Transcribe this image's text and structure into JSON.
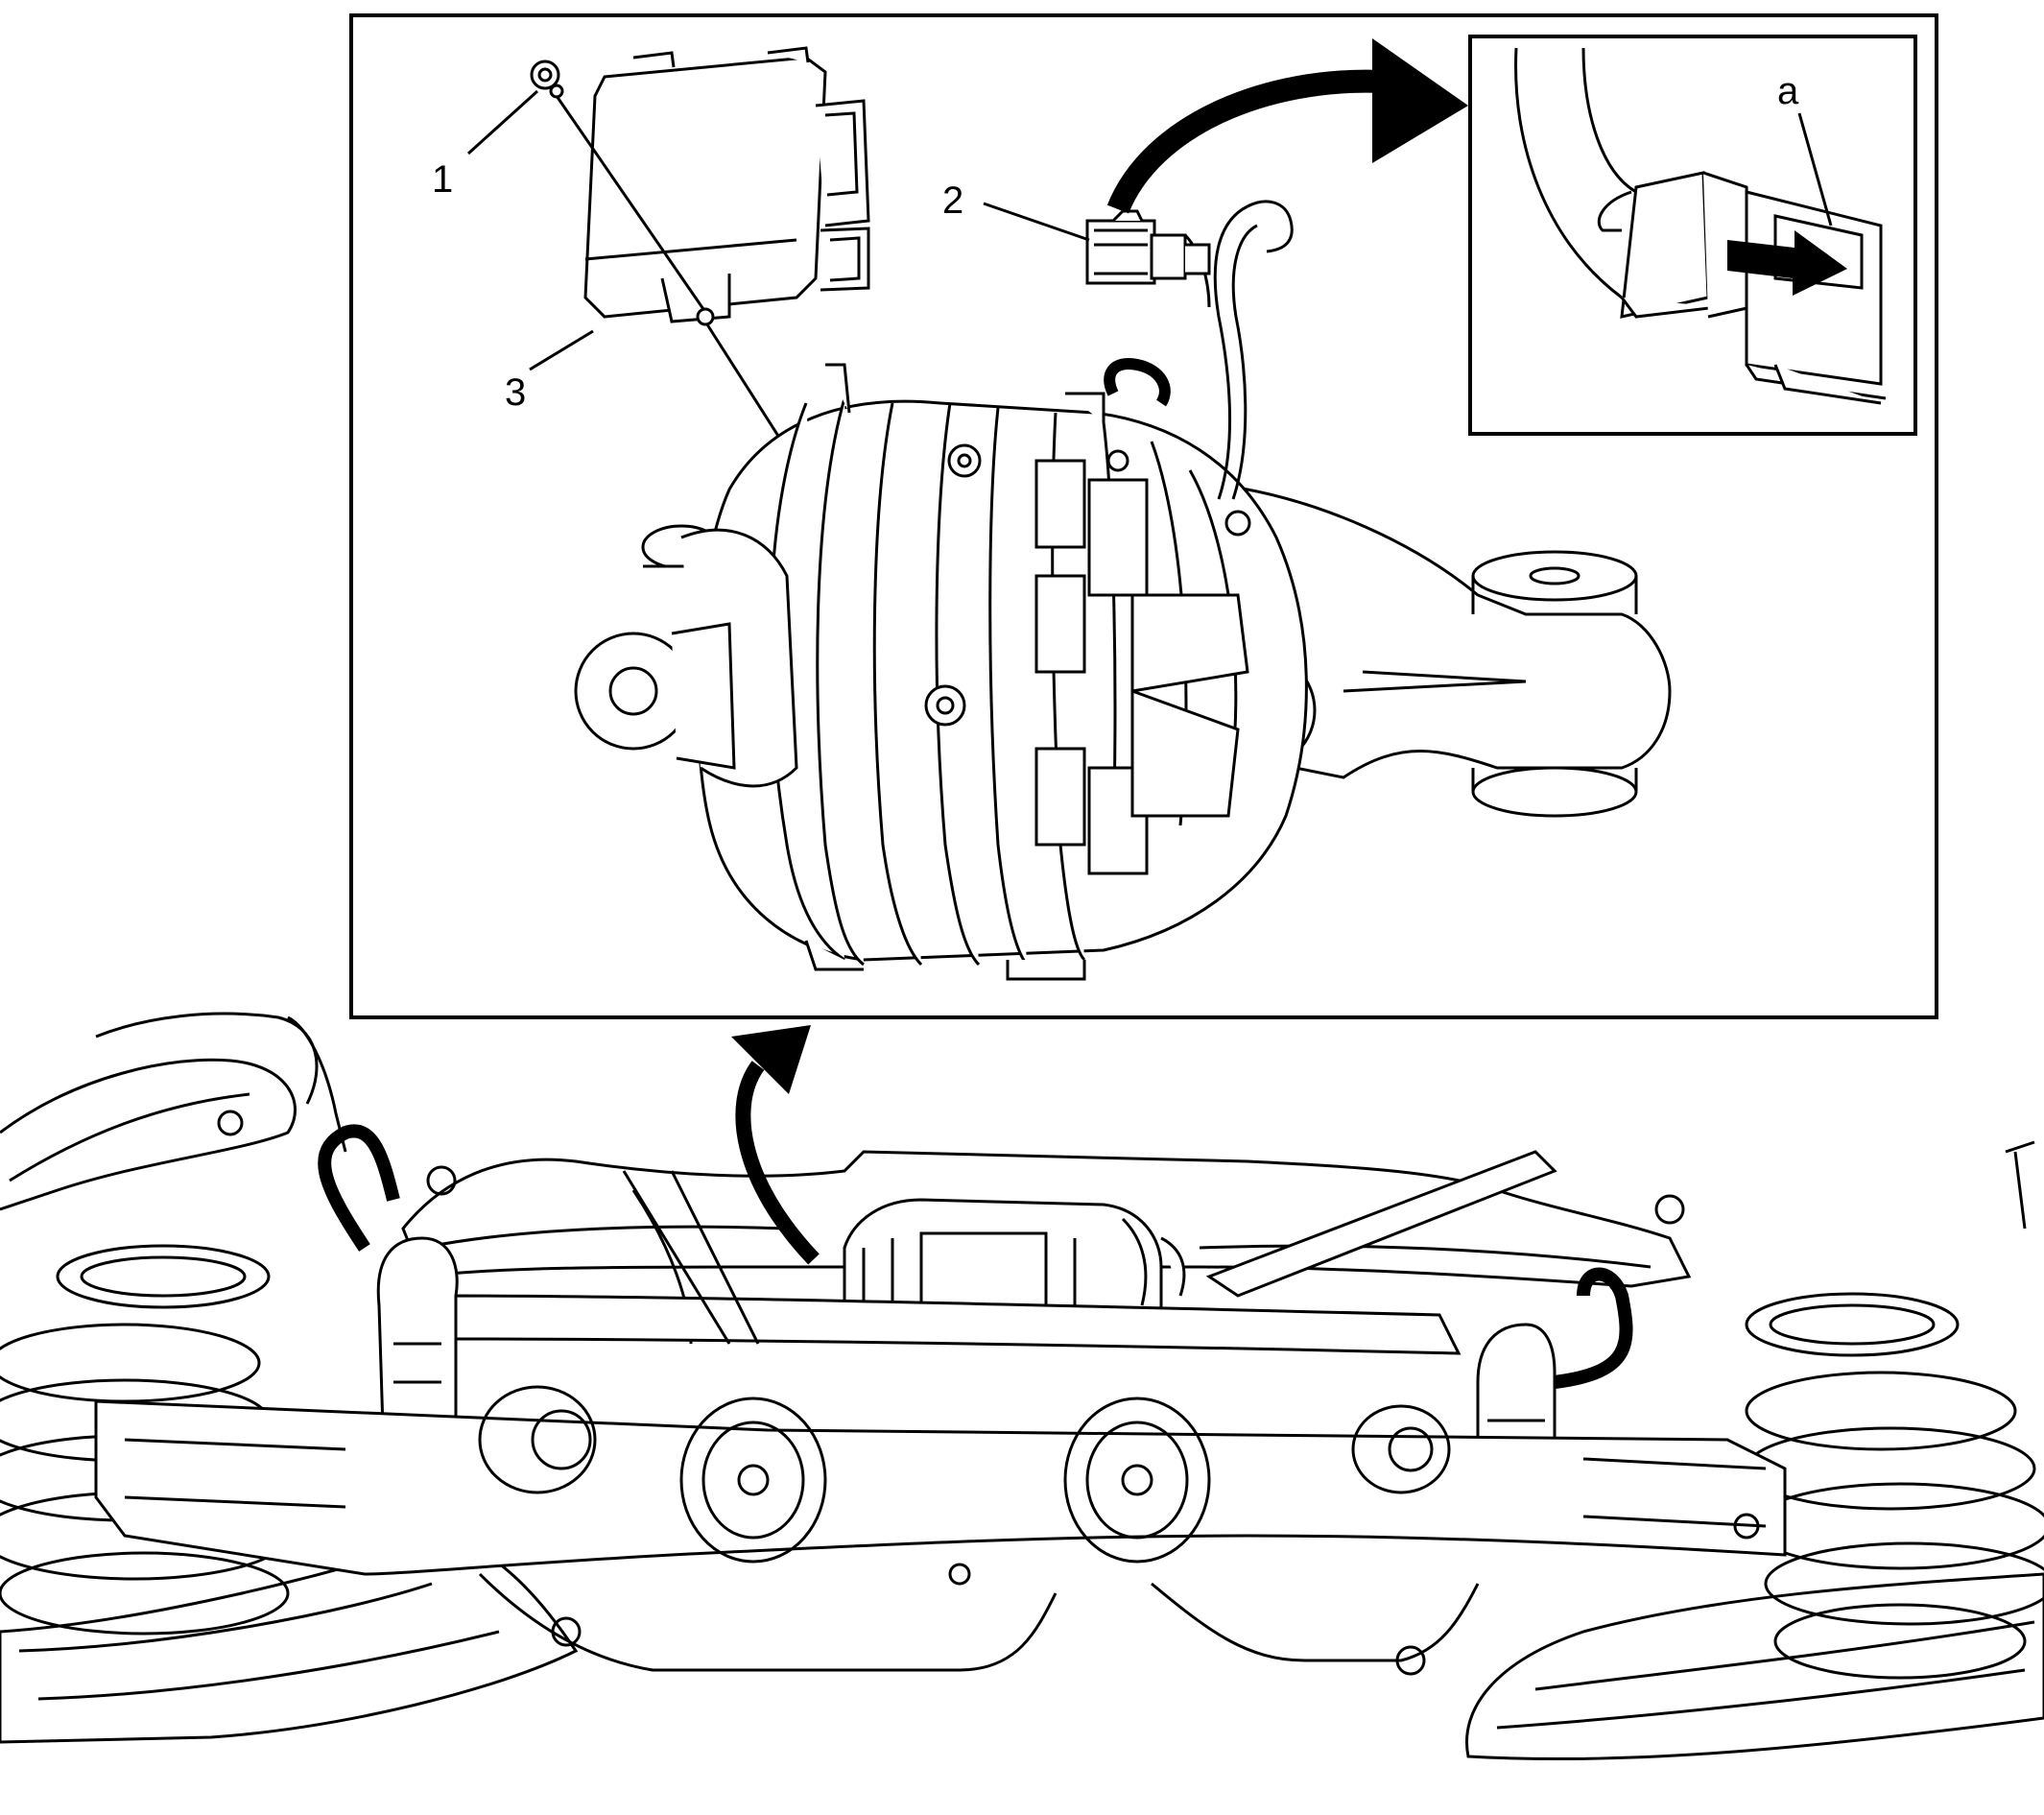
{
  "diagram": {
    "callouts": {
      "c1": "1",
      "c2": "2",
      "c3": "3",
      "ca": "a"
    },
    "colors": {
      "line": "#000000",
      "fill": "#ffffff"
    }
  }
}
